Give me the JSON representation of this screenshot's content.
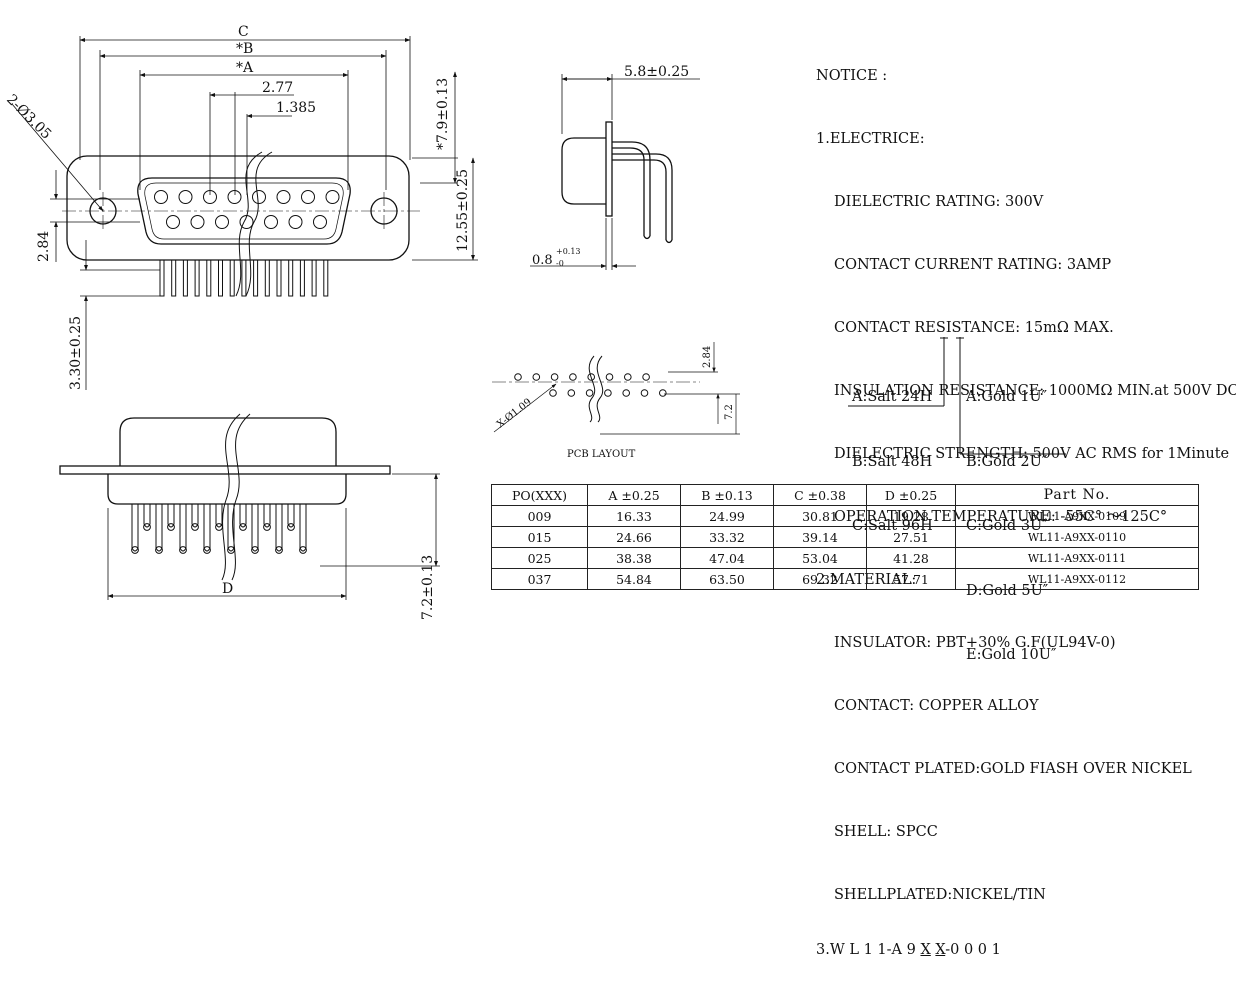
{
  "front_view": {
    "dim_c": "C",
    "dim_b": "*B",
    "dim_a": "*A",
    "dim_pitch2": "2.77",
    "dim_pitch1": "1.385",
    "dim_holes": "2-Ø3.05",
    "dim_height_top": "*7.9±0.13",
    "dim_body_height": "12.55±0.25",
    "dim_row_offset": "2.84",
    "dim_pin_len": "3.30±0.25"
  },
  "side_view": {
    "dim_depth": "5.8±0.25",
    "dim_thickness": "0.8",
    "dim_thickness_tol_top": "+0.13",
    "dim_thickness_tol_bottom": "-0"
  },
  "pcb_layout": {
    "title": "PCB LAYOUT",
    "dim_row": "2.84",
    "dim_width": "7.2",
    "dim_holes": "X-Ø1.09"
  },
  "bottom_view": {
    "dim_d": "D",
    "dim_pin_len": "7.2±0.13"
  },
  "notice": {
    "title": "NOTICE :",
    "s1_title": "1.ELECTRICE:",
    "s1_items": [
      "DIELECTRIC RATING: 300V",
      "CONTACT CURRENT RATING: 3AMP",
      "CONTACT RESISTANCE: 15mΩ MAX.",
      "INSULATION RESISTANCE: 1000MΩ MIN.at 500V DC",
      "DIELECTRIC STRENGTH: 500V AC RMS for 1Minute",
      "OPERATION TEMPERATURE: -55C° ～125C°"
    ],
    "s2_title": "2.MATERIAL:",
    "s2_items": [
      "INSULATOR: PBT+30% G.F(UL94V-0)",
      "CONTACT: COPPER ALLOY",
      "CONTACT PLATED:GOLD FIASH OVER NICKEL",
      "SHELL: SPCC",
      "SHELLPLATED:NICKEL/TIN"
    ],
    "s3_prefix": "3.W L 1 1-A 9 ",
    "s3_x1": "X",
    "s3_x2": "X",
    "s3_suffix": "-0 0 0 1",
    "salt_options": [
      "A:Salt 24H",
      "B:Salt 48H",
      "C:Salt 96H"
    ],
    "gold_options": [
      "A:Gold 1U″",
      "B:Gold 2U″",
      "C:Gold 3U″",
      "D:Gold 5U″",
      "E:Gold 10U″"
    ]
  },
  "table": {
    "headers": [
      "PO(XXX)",
      "A ±0.25",
      "B ±0.13",
      "C ±0.38",
      "D ±0.25",
      "Part   No."
    ],
    "rows": [
      [
        "009",
        "16.33",
        "24.99",
        "30.81",
        "19.28",
        "WL11-A9XX-0109"
      ],
      [
        "015",
        "24.66",
        "33.32",
        "39.14",
        "27.51",
        "WL11-A9XX-0110"
      ],
      [
        "025",
        "38.38",
        "47.04",
        "53.04",
        "41.28",
        "WL11-A9XX-0111"
      ],
      [
        "037",
        "54.84",
        "63.50",
        "69.32",
        "57.71",
        "WL11-A9XX-0112"
      ]
    ]
  }
}
